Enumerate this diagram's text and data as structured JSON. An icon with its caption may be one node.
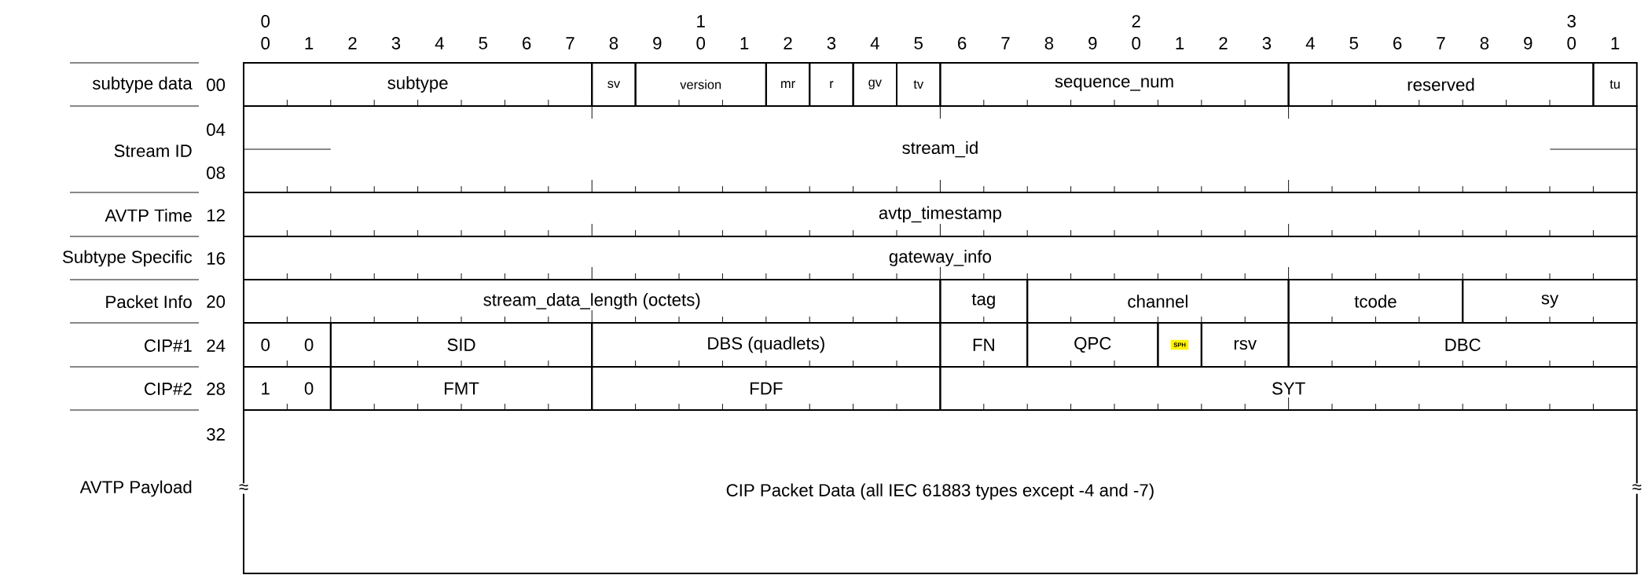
{
  "diagram": {
    "nodes": [
      {
        "text": [
          "subtype"
        ]
      },
      {
        "text": [
          "sv"
        ]
      },
      {
        "text": [
          "version"
        ]
      },
      {
        "text": [
          "mr"
        ]
      },
      {
        "text": [
          "r"
        ]
      },
      {
        "text": [
          "gv"
        ]
      },
      {
        "text": [
          "tv"
        ]
      },
      {
        "text": [
          "sequence_num"
        ]
      },
      {
        "text": [
          "reserved"
        ]
      },
      {
        "text": [
          "tu"
        ]
      },
      {
        "text": [
          "stream_id"
        ]
      },
      {
        "text": [
          "avtp_timestamp"
        ]
      },
      {
        "text": [
          "gateway_info"
        ]
      },
      {
        "text": [
          "stream_data_length (octets)"
        ]
      },
      {
        "text": [
          "tag"
        ]
      },
      {
        "text": [
          "channel"
        ]
      },
      {
        "text": [
          "tcode"
        ]
      },
      {
        "text": [
          "sy"
        ]
      },
      {
        "text": [
          "0",
          "0"
        ]
      },
      {
        "text": [
          "SID"
        ]
      },
      {
        "text": [
          "DBS (quadlets)"
        ]
      },
      {
        "text": [
          "FN"
        ]
      },
      {
        "text": [
          "QPC"
        ]
      },
      {
        "text": [
          "SPH"
        ]
      },
      {
        "text": [
          "rsv"
        ]
      },
      {
        "text": [
          "DBC"
        ]
      },
      {
        "text": [
          "1",
          "0"
        ]
      },
      {
        "text": [
          "FMT"
        ]
      },
      {
        "text": [
          "FDF"
        ]
      },
      {
        "text": [
          "SYT"
        ]
      },
      {
        "text": [
          "CIP Packet Data (all IEC 61883 types except -4 and -7)"
        ]
      }
    ],
    "labels": [
      "0",
      "1",
      "2",
      "3",
      "0",
      "1",
      "2",
      "3",
      "4",
      "5",
      "6",
      "7",
      "8",
      "9",
      "0",
      "1",
      "2",
      "3",
      "4",
      "5",
      "6",
      "7",
      "8",
      "9",
      "0",
      "1",
      "2",
      "3",
      "4",
      "5",
      "6",
      "7",
      "8",
      "9",
      "0",
      "1",
      "subtype data",
      "00",
      "04",
      "Stream ID",
      "08",
      "AVTP Time",
      "12",
      "Subtype Specific",
      "16",
      "Packet Info",
      "20",
      "CIP#1",
      "24",
      "CIP#2",
      "28",
      "32",
      "AVTP Payload",
      "≈",
      "≈"
    ]
  }
}
